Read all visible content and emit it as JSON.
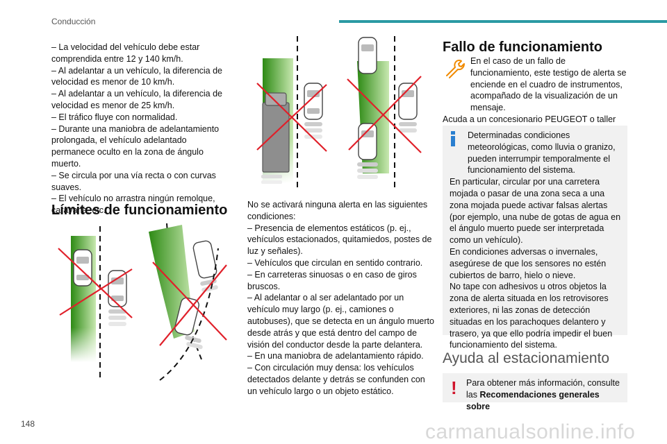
{
  "header": {
    "section": "Conducción",
    "accent_color": "#2b9aa3"
  },
  "page_number": "148",
  "watermark": "carmanualsonline.info",
  "col1": {
    "lines": [
      "– La velocidad del vehículo debe estar comprendida entre 12 y 140 km/h.",
      "– Al adelantar a un vehículo, la diferencia de velocidad es menor de 10 km/h.",
      "– Al adelantar a un vehículo, la diferencia de velocidad es menor de 25 km/h.",
      "– El tráfico fluye con normalidad.",
      "– Durante una maniobra de adelantamiento prolongada, el vehículo adelantado permanece oculto en la zona de ángulo muerto.",
      "– Se circula por una vía recta o con curvas suaves.",
      "– El vehículo no arrastra ningún remolque, caravana, etc."
    ]
  },
  "limits_title": "Límites de funcionamiento",
  "col2": {
    "lines": [
      "No se activará ninguna alerta en las siguientes condiciones:",
      "– Presencia de elementos estáticos (p. ej., vehículos estacionados, quitamiedos, postes de luz y señales).",
      "– Vehículos que circulan en sentido contrario.",
      "– En carreteras sinuosas o en caso de giros bruscos.",
      "– Al adelantar o al ser adelantado por un vehículo muy largo (p. ej., camiones o autobuses), que se detecta en un ángulo muerto desde atrás y que está dentro del campo de visión del conductor desde la parte delantera.",
      "– En una maniobra de adelantamiento rápido.",
      "– Con circulación muy densa: los vehículos detectados delante y detrás se confunden con un vehículo largo o un objeto estático."
    ]
  },
  "fallo": {
    "title": "Fallo de funcionamiento",
    "icon": "wrench-icon",
    "text1": "En el caso de un fallo de funcionamiento, este testigo de alerta se enciende en el cuadro de instrumentos, acompañado de la visualización de un mensaje.",
    "text2": "Acuda a un concesionario PEUGEOT o taller cualificado para proceder a su revisión."
  },
  "info_box": {
    "icon": "info-icon",
    "p1": "Determinadas condiciones meteorológicas, como lluvia o granizo, pueden interrumpir temporalmente el funcionamiento del sistema.",
    "p2": "En particular, circular por una carretera mojada o pasar de una zona seca a una zona mojada puede activar falsas alertas (por ejemplo, una nube de gotas de agua en el ángulo muerto puede ser interpretada como un vehículo).",
    "p3": "En condiciones adversas o invernales, asegúrese de que los sensores no estén cubiertos de barro, hielo o nieve.",
    "p4": "No tape con adhesivos u otros objetos la zona de alerta situada en los retrovisores exteriores, ni las zonas de detección situadas en los parachoques delantero y trasero, ya que ello podría impedir el buen funcionamiento del sistema."
  },
  "parking": {
    "title": "Ayuda al estacionamiento",
    "warning_icon": "exclamation-icon",
    "text_plain": "Para obtener más información, consulte las ",
    "text_bold": "Recomendaciones generales sobre"
  },
  "colors": {
    "zone_green": "#3f9a1a",
    "cross_red": "#e0202a",
    "warning_red": "#d0142c"
  }
}
